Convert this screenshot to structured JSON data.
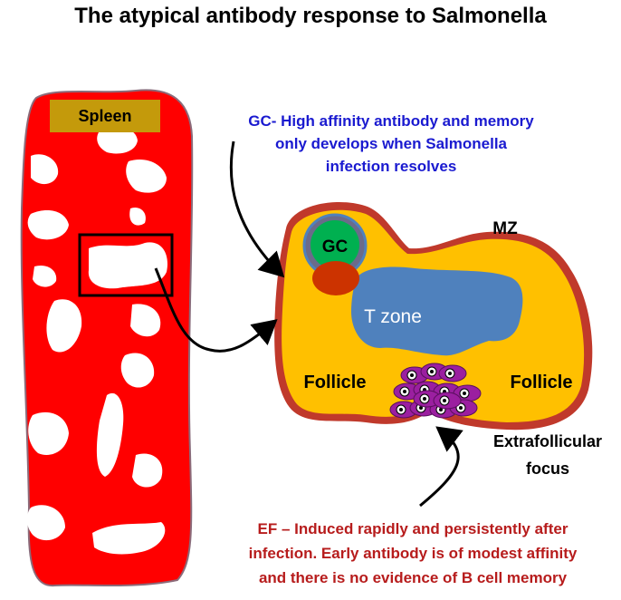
{
  "title": "The atypical antibody response to Salmonella",
  "spleen_label": "Spleen",
  "gc_annotation": [
    "GC- High affinity antibody and memory",
    "only develops when Salmonella",
    "infection resolves"
  ],
  "ef_annotation": [
    "EF – Induced rapidly and persistently after",
    "infection. Early antibody is of modest affinity",
    "and there is no evidence of B cell memory"
  ],
  "labels": {
    "gc": "GC",
    "mz": "MZ",
    "t_zone": "T zone",
    "follicle_left": "Follicle",
    "follicle_right": "Follicle",
    "extrafollicular": [
      "Extrafollicular",
      "focus"
    ]
  },
  "colors": {
    "spleen_red": "#ff0000",
    "follicle_yellow": "#ffc000",
    "mz_border": "#c0392b",
    "t_zone_blue": "#4f81bd",
    "gc_green": "#00b050",
    "gc_ring": "#6b6b8a",
    "ef_purple": "#9b1fa0",
    "gc_text_blue": "#1a1ad0",
    "ef_text_red": "#b71c1c",
    "spleen_label_bg": "#c49a0b"
  }
}
